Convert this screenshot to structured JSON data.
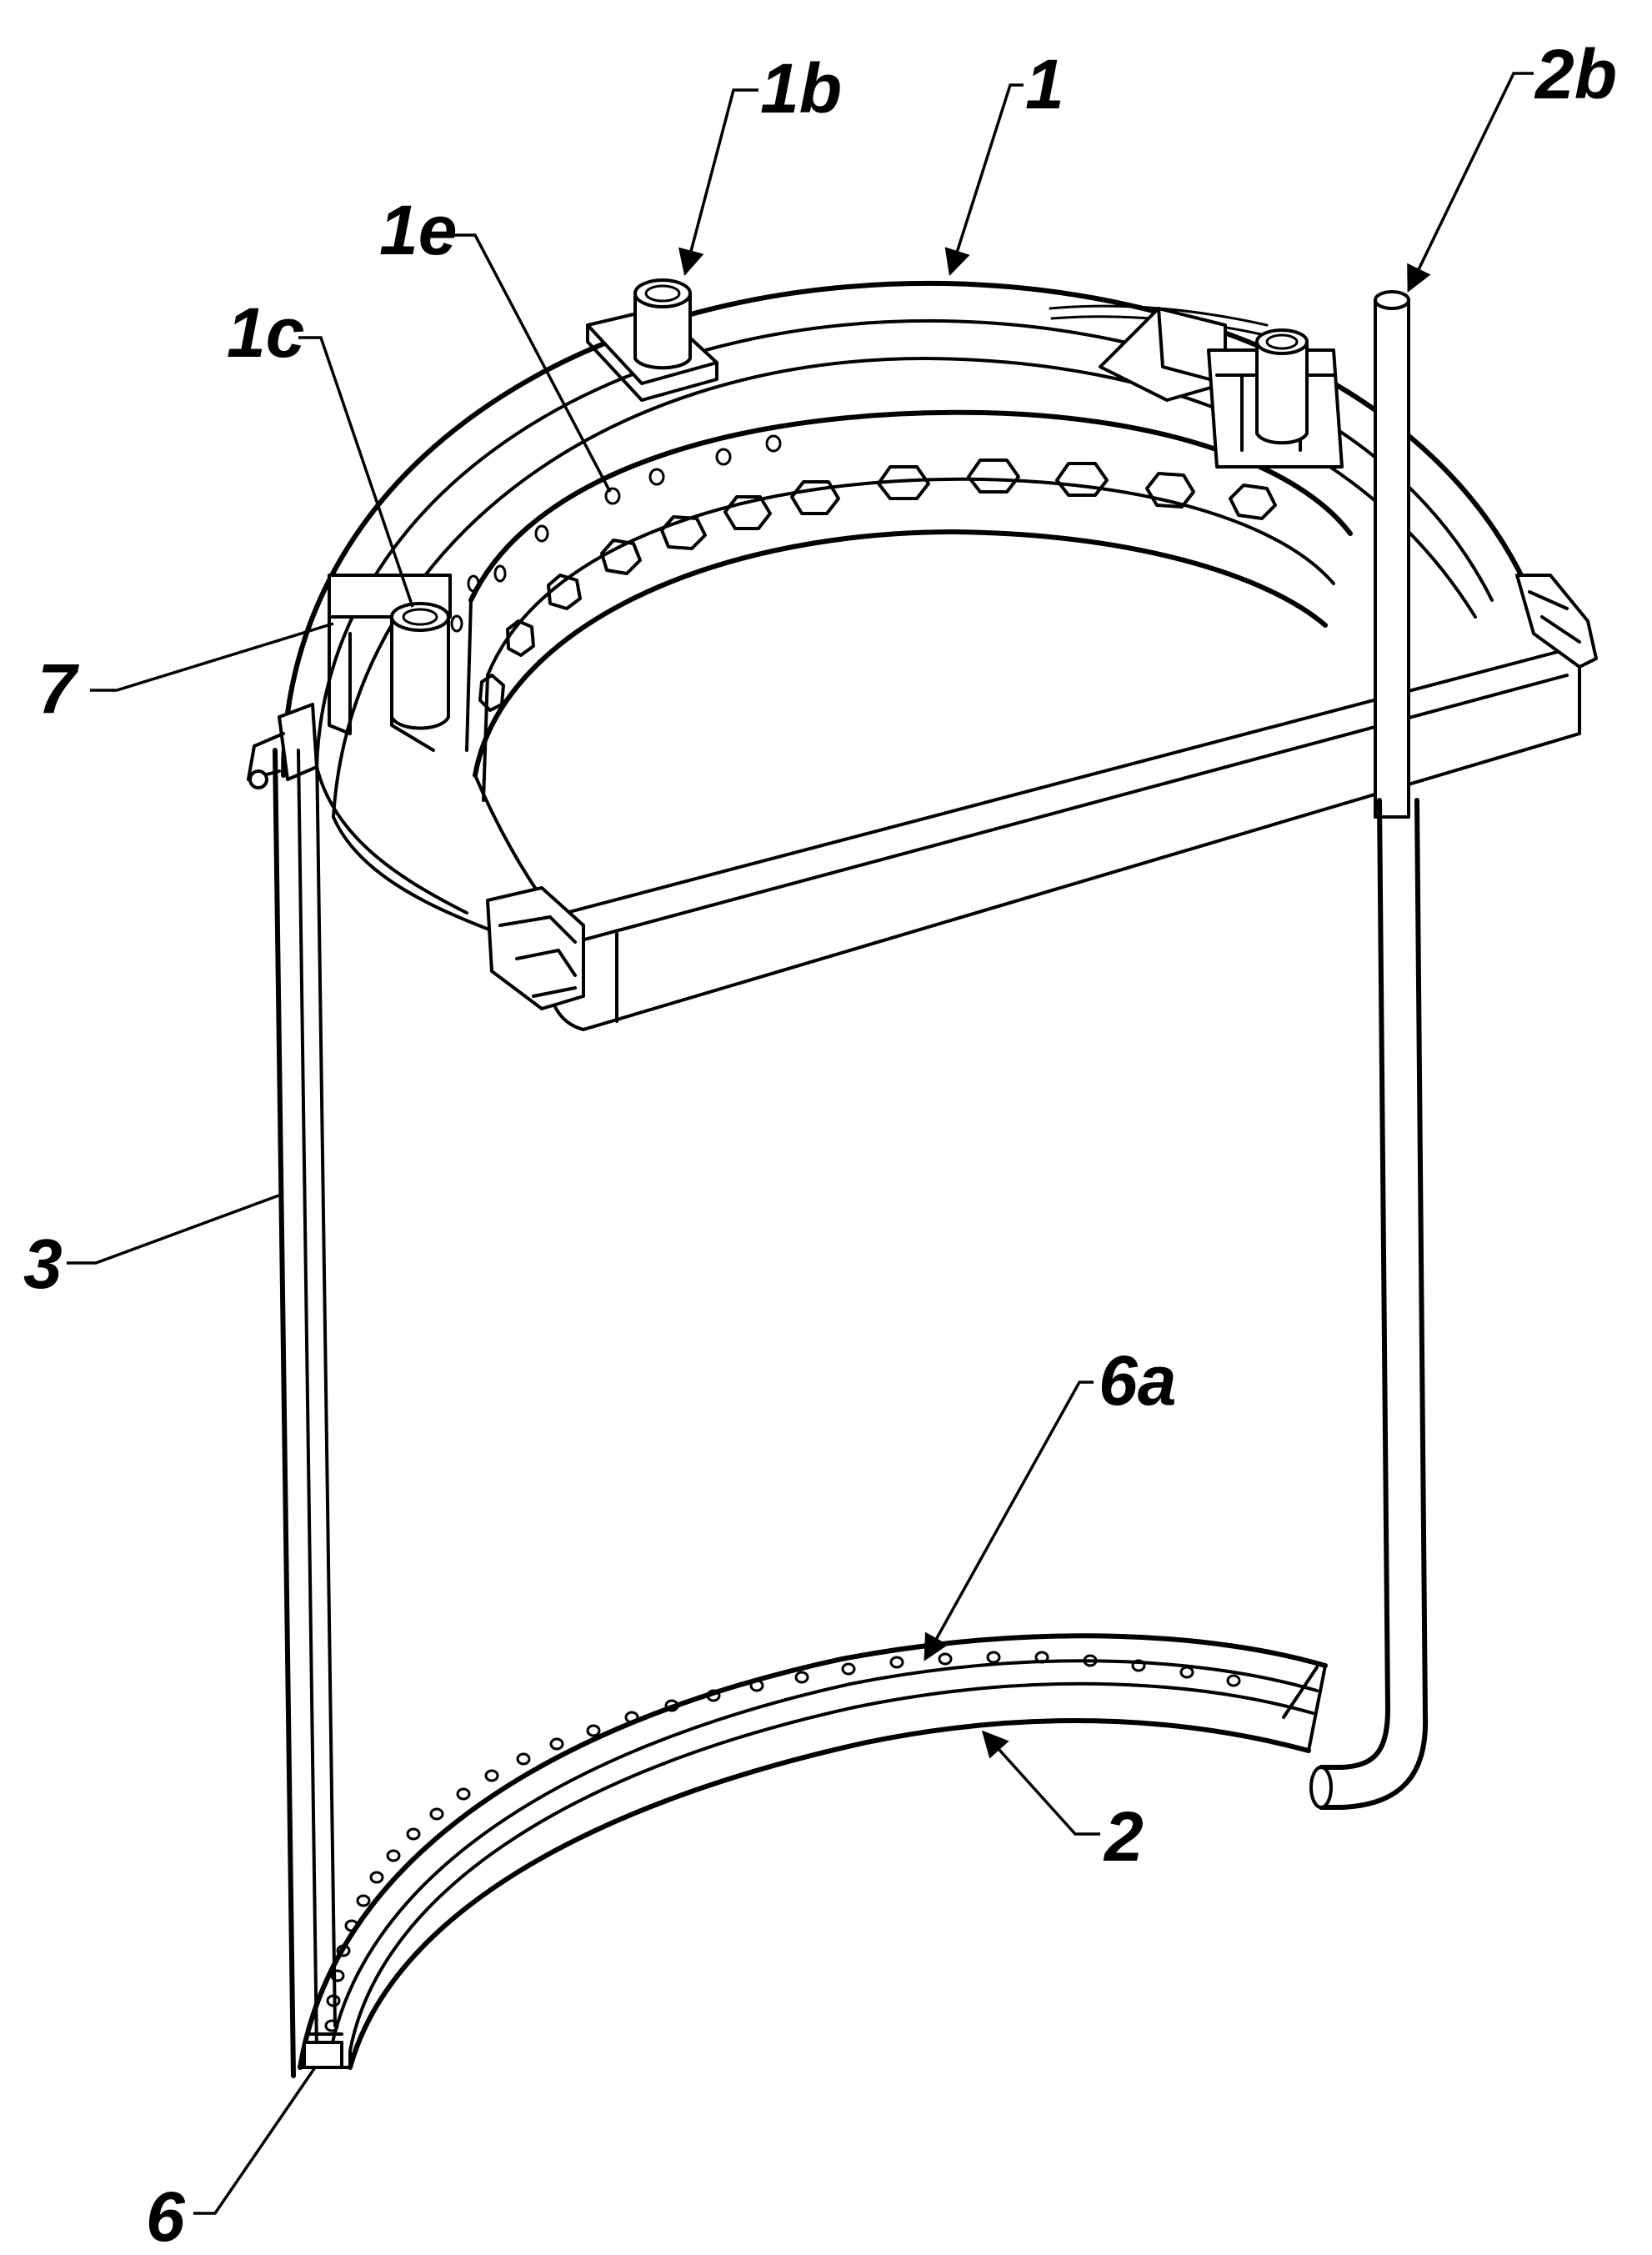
{
  "labels": {
    "l1": "1",
    "l1b": "1b",
    "l1c": "1c",
    "l1e": "1e",
    "l2": "2",
    "l2b": "2b",
    "l3": "3",
    "l6": "6",
    "l6a": "6a",
    "l7": "7"
  }
}
